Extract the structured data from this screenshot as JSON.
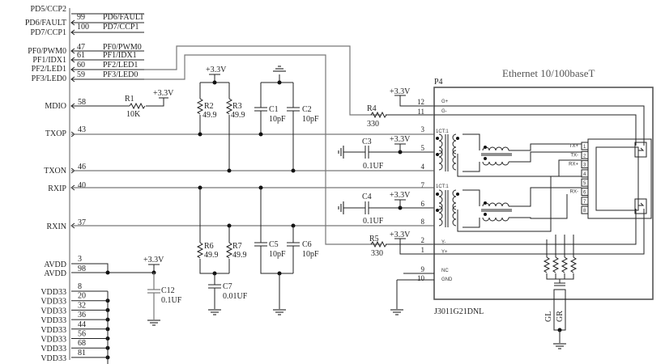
{
  "title": "Ethernet 10/100baseT",
  "connector": {
    "ref": "P4",
    "part": "J3011G21DNL"
  },
  "mcu_pins": [
    {
      "name": "PD5/CCP2",
      "pin": "",
      "net": ""
    },
    {
      "name": "PD6/FAULT",
      "pin": "99",
      "net": "PD6/FAULT"
    },
    {
      "name": "PD7/CCP1",
      "pin": "100",
      "net": "PD7/CCP1"
    },
    {
      "name": "PF0/PWM0",
      "pin": "47",
      "net": "PF0/PWM0"
    },
    {
      "name": "PF1/IDX1",
      "pin": "61",
      "net": "PF1/IDX1"
    },
    {
      "name": "PF2/LED1",
      "pin": "60",
      "net": "PF2/LED1"
    },
    {
      "name": "PF3/LED0",
      "pin": "59",
      "net": "PF3/LED0"
    },
    {
      "name": "MDIO",
      "pin": "58"
    },
    {
      "name": "TXOP",
      "pin": "43"
    },
    {
      "name": "TXON",
      "pin": "46"
    },
    {
      "name": "RXIP",
      "pin": "40"
    },
    {
      "name": "RXIN",
      "pin": "37"
    },
    {
      "name": "AVDD",
      "pin": "3"
    },
    {
      "name": "AVDD",
      "pin": "98"
    }
  ],
  "vdd_pins": [
    {
      "name": "VDD33",
      "pin": "8"
    },
    {
      "name": "VDD33",
      "pin": "20"
    },
    {
      "name": "VDD33",
      "pin": "32"
    },
    {
      "name": "VDD33",
      "pin": "36"
    },
    {
      "name": "VDD33",
      "pin": "44"
    },
    {
      "name": "VDD33",
      "pin": "56"
    },
    {
      "name": "VDD33",
      "pin": "68"
    },
    {
      "name": "VDD33",
      "pin": "81"
    }
  ],
  "power_label": "+3.3V",
  "components": {
    "R1": {
      "ref": "R1",
      "value": "10K"
    },
    "R2": {
      "ref": "R2",
      "value": "49.9"
    },
    "R3": {
      "ref": "R3",
      "value": "49.9"
    },
    "R4": {
      "ref": "R4",
      "value": "330"
    },
    "R5": {
      "ref": "R5",
      "value": "330"
    },
    "R6": {
      "ref": "R6",
      "value": "49.9"
    },
    "R7": {
      "ref": "R7",
      "value": "49.9"
    },
    "C1": {
      "ref": "C1",
      "value": "10pF"
    },
    "C2": {
      "ref": "C2",
      "value": "10pF"
    },
    "C3": {
      "ref": "C3",
      "value": "0.1UF"
    },
    "C4": {
      "ref": "C4",
      "value": "0.1UF"
    },
    "C5": {
      "ref": "C5",
      "value": "10pF"
    },
    "C6": {
      "ref": "C6",
      "value": "10pF"
    },
    "C7": {
      "ref": "C7",
      "value": "0.01UF"
    },
    "C12": {
      "ref": "C12",
      "value": "0.1UF"
    }
  },
  "p4_pins": [
    {
      "pin": "12",
      "label": "G+"
    },
    {
      "pin": "11",
      "label": "G-"
    },
    {
      "pin": "3",
      "label": ""
    },
    {
      "pin": "5",
      "label": ""
    },
    {
      "pin": "4",
      "label": ""
    },
    {
      "pin": "7",
      "label": ""
    },
    {
      "pin": "6",
      "label": ""
    },
    {
      "pin": "8",
      "label": ""
    },
    {
      "pin": "2",
      "label": "Y-"
    },
    {
      "pin": "1",
      "label": "Y+"
    },
    {
      "pin": "9",
      "label": "NC"
    },
    {
      "pin": "10",
      "label": "GND"
    }
  ],
  "transformer_label": "1CT:1",
  "rj45_pins": [
    {
      "pin": "1",
      "label": "TX+"
    },
    {
      "pin": "2",
      "label": "TX-"
    },
    {
      "pin": "3",
      "label": "RX+"
    },
    {
      "pin": "4",
      "label": ""
    },
    {
      "pin": "5",
      "label": ""
    },
    {
      "pin": "6",
      "label": "RX-"
    },
    {
      "pin": "7",
      "label": ""
    },
    {
      "pin": "8",
      "label": ""
    }
  ],
  "led_labels": {
    "gl": "GL",
    "gr": "GR"
  }
}
